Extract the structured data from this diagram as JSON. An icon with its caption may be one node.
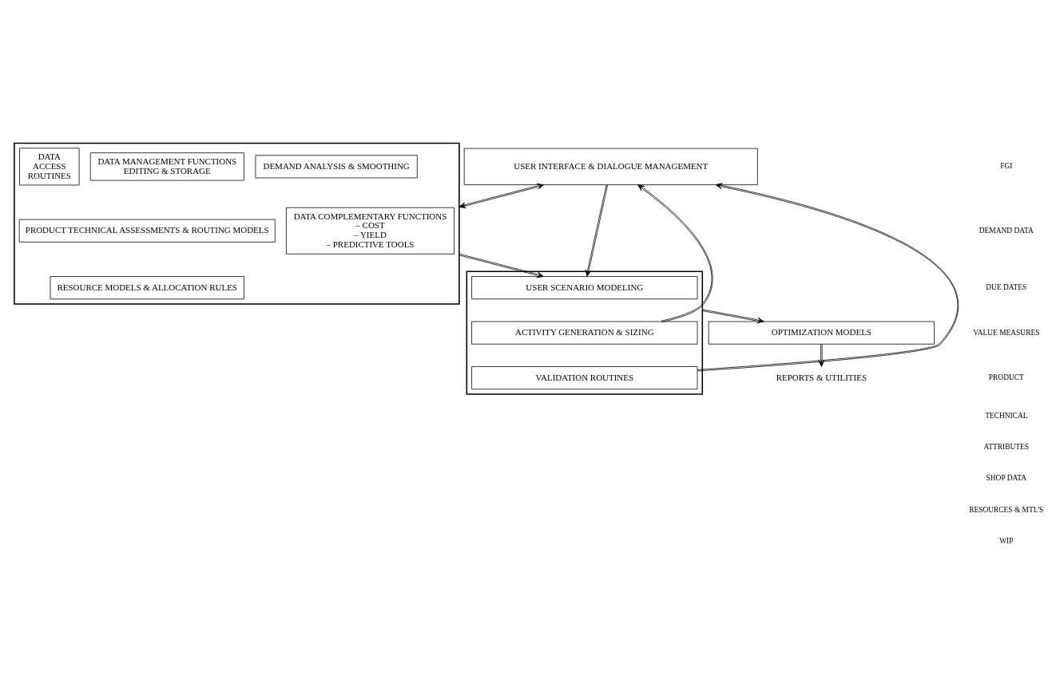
{
  "diagram": {
    "nodes": [
      {
        "text": [
          "USER INTERFACE & DIALOGUE MANAGEMENT"
        ]
      },
      {
        "text": [],
        "shape": "box"
      },
      {
        "text": [
          "DATA COMPLEMENTARY FUNCTIONS",
          "– COST",
          "– YIELD",
          "– PREDICTIVE TOOLS"
        ],
        "in": 1
      },
      {
        "text": [
          "DEMAND ANALYSIS & SMOOTHING"
        ],
        "in": 1
      },
      {
        "text": [
          "PRODUCT TECHNICAL ASSESSMENTS & ROUTING MODELS"
        ],
        "in": 1
      },
      {
        "text": [
          "RESOURCE MODELS & ALLOCATION RULES"
        ],
        "in": 1
      },
      {
        "text": [
          "DATA MANAGEMENT FUNCTIONS",
          "EDITING & STORAGE"
        ],
        "in": 1
      },
      {
        "text": [
          "DATA",
          "ACCESS",
          "ROUTINES"
        ],
        "in": 1
      },
      {
        "text": [],
        "shape": "box"
      },
      {
        "text": [
          "USER SCENARIO MODELING"
        ],
        "in": 8
      },
      {
        "text": [
          "ACTIVITY GENERATION & SIZING"
        ],
        "in": 8
      },
      {
        "text": [
          "VALIDATION ROUTINES"
        ],
        "in": 8
      },
      {
        "text": [
          "OPTIMIZATION MODELS"
        ]
      },
      {
        "text": [
          "REPORTS & UTILITIES"
        ]
      }
    ],
    "edges": [
      {
        "from": 0,
        "to": 1,
        "arrow": "both"
      },
      {
        "from": 1,
        "to": 9,
        "arrow": "to"
      },
      {
        "from": 0,
        "to": 9,
        "arrow": "to"
      },
      {
        "from": 10,
        "to": 0,
        "arrow": "to"
      },
      {
        "from": 11,
        "to": 0,
        "arrow": "to"
      },
      {
        "from": 8,
        "to": 12,
        "arrow": "to"
      },
      {
        "from": 12,
        "to": 13,
        "arrow": "to"
      }
    ],
    "labels": [
      "FGI",
      "DEMAND DATA",
      "DUE DATES",
      "VALUE MEASURES",
      "PRODUCT",
      "TECHNICAL",
      "ATTRIBUTES",
      "SHOP DATA",
      "RESOURCES & MTL'S",
      "WIP"
    ]
  }
}
